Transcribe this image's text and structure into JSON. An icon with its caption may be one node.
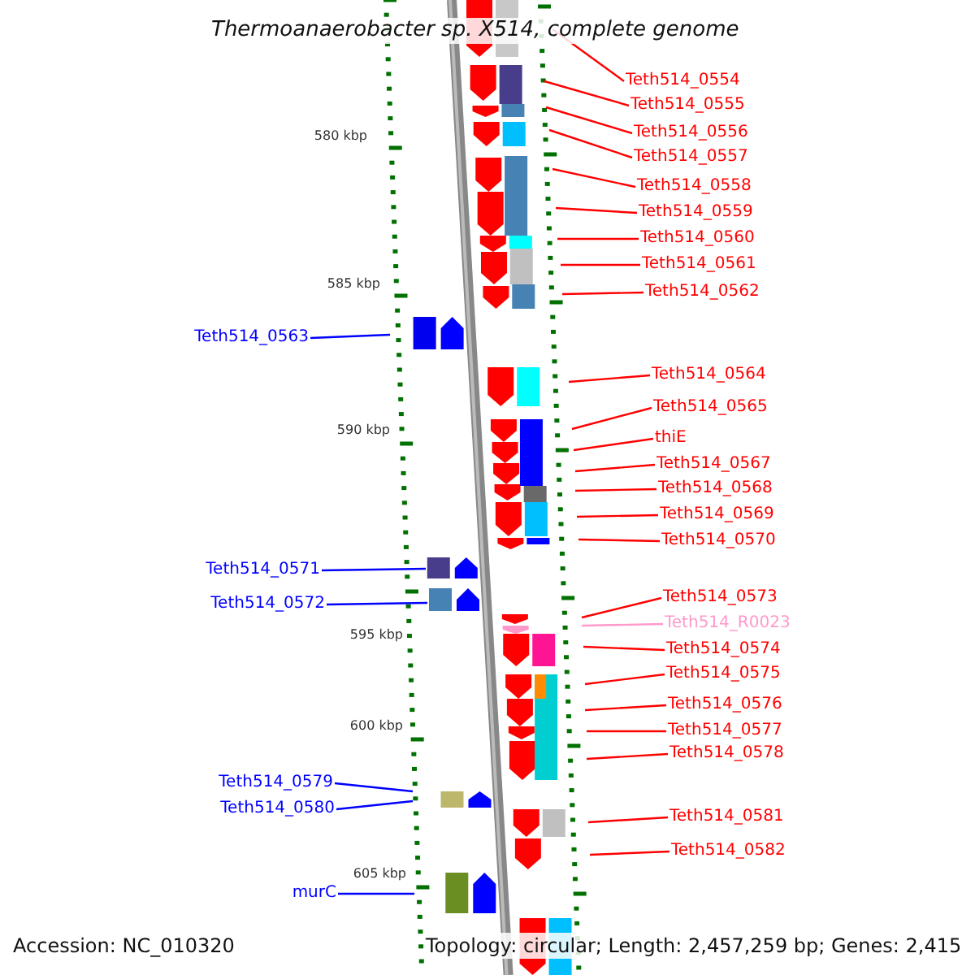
{
  "diagram": {
    "title": "Thermoanaerobacter sp. X514, complete genome",
    "nodes": [
      {
        "text": [
          "Teth514_0554"
        ]
      },
      {
        "text": [
          "Teth514_0555"
        ]
      },
      {
        "text": [
          "Teth514_0556"
        ]
      },
      {
        "text": [
          "Teth514_0557"
        ]
      },
      {
        "text": [
          "Teth514_0558"
        ]
      },
      {
        "text": [
          "Teth514_0559"
        ]
      },
      {
        "text": [
          "Teth514_0560"
        ]
      },
      {
        "text": [
          "Teth514_0561"
        ]
      },
      {
        "text": [
          "Teth514_0562"
        ]
      },
      {
        "text": [
          "Teth514_0563"
        ]
      },
      {
        "text": [
          "Teth514_0564"
        ]
      },
      {
        "text": [
          "Teth514_0565"
        ]
      },
      {
        "text": [
          "thiE"
        ]
      },
      {
        "text": [
          "Teth514_0567"
        ]
      },
      {
        "text": [
          "Teth514_0568"
        ]
      },
      {
        "text": [
          "Teth514_0569"
        ]
      },
      {
        "text": [
          "Teth514_0570"
        ]
      },
      {
        "text": [
          "Teth514_0571"
        ]
      },
      {
        "text": [
          "Teth514_0572"
        ]
      },
      {
        "text": [
          "Teth514_0573"
        ]
      },
      {
        "text": [
          "Teth514_R0023"
        ]
      },
      {
        "text": [
          "Teth514_0574"
        ]
      },
      {
        "text": [
          "Teth514_0575"
        ]
      },
      {
        "text": [
          "Teth514_0576"
        ]
      },
      {
        "text": [
          "Teth514_0577"
        ]
      },
      {
        "text": [
          "Teth514_0578"
        ]
      },
      {
        "text": [
          "Teth514_0579"
        ]
      },
      {
        "text": [
          "Teth514_0580"
        ]
      },
      {
        "text": [
          "Teth514_0581"
        ]
      },
      {
        "text": [
          "Teth514_0582"
        ]
      },
      {
        "text": [
          "murC"
        ]
      }
    ],
    "edges": [
      {
        "from": 0,
        "to": null,
        "arrow": "none"
      },
      {
        "from": 1,
        "to": null,
        "arrow": "none"
      },
      {
        "from": 2,
        "to": null,
        "arrow": "none"
      },
      {
        "from": 3,
        "to": null,
        "arrow": "none"
      },
      {
        "from": 4,
        "to": null,
        "arrow": "none"
      },
      {
        "from": 5,
        "to": null,
        "arrow": "none"
      },
      {
        "from": 6,
        "to": null,
        "arrow": "none"
      },
      {
        "from": 7,
        "to": null,
        "arrow": "none"
      },
      {
        "from": 8,
        "to": null,
        "arrow": "none"
      },
      {
        "from": 9,
        "to": null,
        "arrow": "none",
        "color": "#0000ff"
      },
      {
        "from": 10,
        "to": null,
        "arrow": "none"
      },
      {
        "from": 11,
        "to": null,
        "arrow": "none"
      },
      {
        "from": 12,
        "to": null,
        "arrow": "none"
      },
      {
        "from": 13,
        "to": null,
        "arrow": "none"
      },
      {
        "from": 14,
        "to": null,
        "arrow": "none"
      },
      {
        "from": 15,
        "to": null,
        "arrow": "none"
      },
      {
        "from": 16,
        "to": null,
        "arrow": "none"
      },
      {
        "from": 17,
        "to": null,
        "arrow": "none",
        "color": "#0000ff"
      },
      {
        "from": 18,
        "to": null,
        "arrow": "none",
        "color": "#0000ff"
      },
      {
        "from": 19,
        "to": null,
        "arrow": "none"
      },
      {
        "from": 20,
        "to": null,
        "arrow": "none",
        "color": "#ff99cc"
      },
      {
        "from": 21,
        "to": null,
        "arrow": "none"
      },
      {
        "from": 22,
        "to": null,
        "arrow": "none"
      },
      {
        "from": 23,
        "to": null,
        "arrow": "none"
      },
      {
        "from": 24,
        "to": null,
        "arrow": "none"
      },
      {
        "from": 25,
        "to": null,
        "arrow": "none"
      },
      {
        "from": 26,
        "to": null,
        "arrow": "none",
        "color": "#0000ff"
      },
      {
        "from": 27,
        "to": null,
        "arrow": "none",
        "color": "#0000ff"
      },
      {
        "from": 28,
        "to": null,
        "arrow": "none"
      },
      {
        "from": 29,
        "to": null,
        "arrow": "none"
      },
      {
        "from": 30,
        "to": null,
        "arrow": "none",
        "color": "#0000ff"
      }
    ],
    "labels": [
      "580 kbp",
      "585 kbp",
      "590 kbp",
      "595 kbp",
      "600 kbp",
      "605 kbp",
      "Accession: NC_010320",
      "Topology: circular; Length: 2,457,259 bp; Genes: 2,415"
    ]
  }
}
